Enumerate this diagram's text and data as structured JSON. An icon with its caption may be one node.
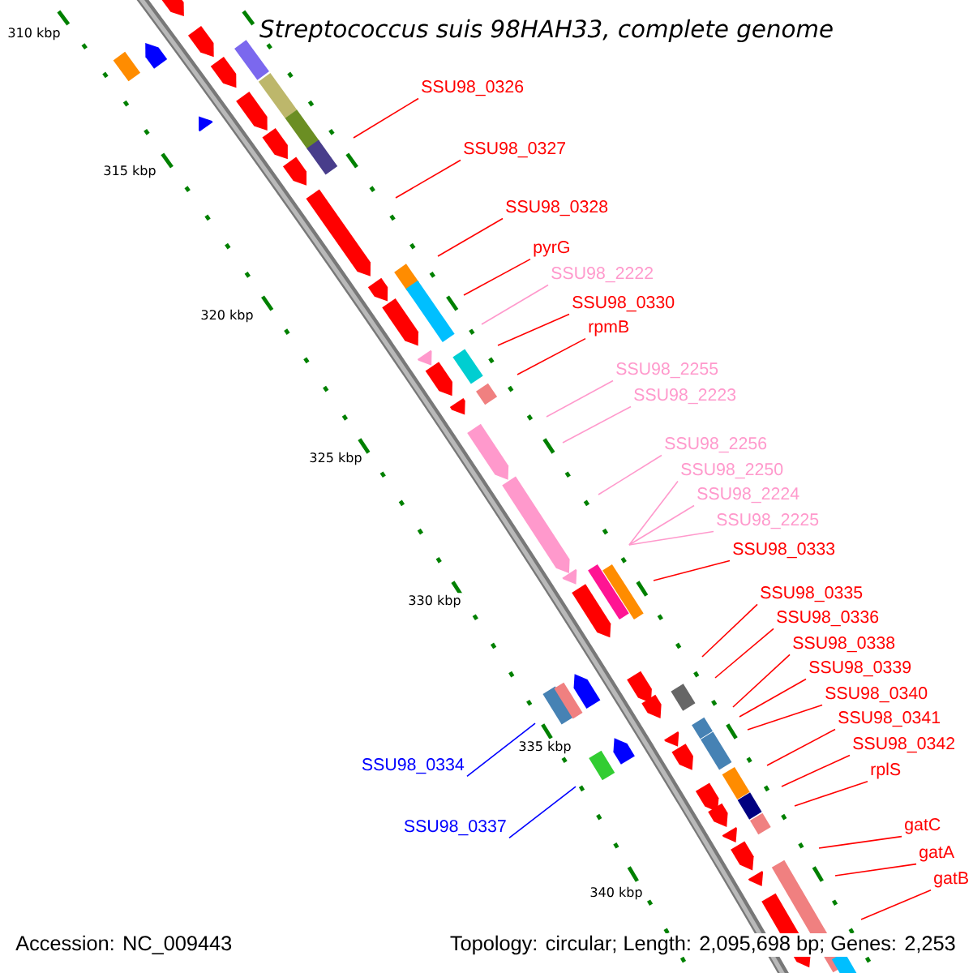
{
  "diagram": {
    "title": "Streptococcus suis 98HAH33, complete genome",
    "nodes": [
      {
        "text": [
          "SSU98_0326"
        ]
      },
      {
        "text": [
          "SSU98_0327"
        ]
      },
      {
        "text": [
          "SSU98_0328"
        ]
      },
      {
        "text": [
          "pyrG"
        ]
      },
      {
        "text": [
          "SSU98_2222"
        ]
      },
      {
        "text": [
          "SSU98_0330"
        ]
      },
      {
        "text": [
          "rpmB"
        ]
      },
      {
        "text": [
          "SSU98_2255"
        ]
      },
      {
        "text": [
          "SSU98_2223"
        ]
      },
      {
        "text": [
          "SSU98_2256"
        ]
      },
      {
        "text": [
          "SSU98_2250"
        ]
      },
      {
        "text": [
          "SSU98_2224"
        ]
      },
      {
        "text": [
          "SSU98_2225"
        ]
      },
      {
        "text": [
          "SSU98_0333"
        ]
      },
      {
        "text": [
          "SSU98_0335"
        ]
      },
      {
        "text": [
          "SSU98_0336"
        ]
      },
      {
        "text": [
          "SSU98_0338"
        ]
      },
      {
        "text": [
          "SSU98_0339"
        ]
      },
      {
        "text": [
          "SSU98_0340"
        ]
      },
      {
        "text": [
          "SSU98_0341"
        ]
      },
      {
        "text": [
          "SSU98_0342"
        ]
      },
      {
        "text": [
          "rplS"
        ]
      },
      {
        "text": [
          "gatC"
        ]
      },
      {
        "text": [
          "gatA"
        ]
      },
      {
        "text": [
          "gatB"
        ]
      },
      {
        "text": [
          "SSU98_0334"
        ]
      },
      {
        "text": [
          "SSU98_0337"
        ]
      }
    ],
    "edges": [
      {
        "from": 0,
        "to": null,
        "arrow": "none"
      },
      {
        "from": 1,
        "to": null,
        "arrow": "none"
      },
      {
        "from": 2,
        "to": null,
        "arrow": "none"
      },
      {
        "from": 3,
        "to": null,
        "arrow": "none"
      },
      {
        "from": 4,
        "to": null,
        "arrow": "none",
        "color": "#ff99cc"
      },
      {
        "from": 5,
        "to": null,
        "arrow": "none"
      },
      {
        "from": 6,
        "to": null,
        "arrow": "none"
      },
      {
        "from": 7,
        "to": null,
        "arrow": "none",
        "color": "#ff99cc"
      },
      {
        "from": 8,
        "to": null,
        "arrow": "none",
        "color": "#ff99cc"
      },
      {
        "from": 9,
        "to": null,
        "arrow": "none",
        "color": "#ff99cc"
      },
      {
        "from": 10,
        "to": null,
        "arrow": "none",
        "color": "#ff99cc"
      },
      {
        "from": 11,
        "to": null,
        "arrow": "none",
        "color": "#ff99cc"
      },
      {
        "from": 12,
        "to": null,
        "arrow": "none",
        "color": "#ff99cc"
      },
      {
        "from": 13,
        "to": null,
        "arrow": "none"
      },
      {
        "from": 14,
        "to": null,
        "arrow": "none"
      },
      {
        "from": 15,
        "to": null,
        "arrow": "none"
      },
      {
        "from": 16,
        "to": null,
        "arrow": "none"
      },
      {
        "from": 17,
        "to": null,
        "arrow": "none"
      },
      {
        "from": 18,
        "to": null,
        "arrow": "none"
      },
      {
        "from": 19,
        "to": null,
        "arrow": "none"
      },
      {
        "from": 20,
        "to": null,
        "arrow": "none"
      },
      {
        "from": 21,
        "to": null,
        "arrow": "none"
      },
      {
        "from": 22,
        "to": null,
        "arrow": "none"
      },
      {
        "from": 23,
        "to": null,
        "arrow": "none"
      },
      {
        "from": 24,
        "to": null,
        "arrow": "none"
      },
      {
        "from": 25,
        "to": null,
        "arrow": "none",
        "color": "#0000ff"
      },
      {
        "from": 26,
        "to": null,
        "arrow": "none",
        "color": "#0000ff"
      }
    ],
    "labels": [
      "310 kbp",
      "315 kbp",
      "320 kbp",
      "325 kbp",
      "330 kbp",
      "335 kbp",
      "340 kbp",
      "Accession: NC_009443",
      "Topology: circular; Length: 2,095,698 bp; Genes: 2,253"
    ]
  }
}
